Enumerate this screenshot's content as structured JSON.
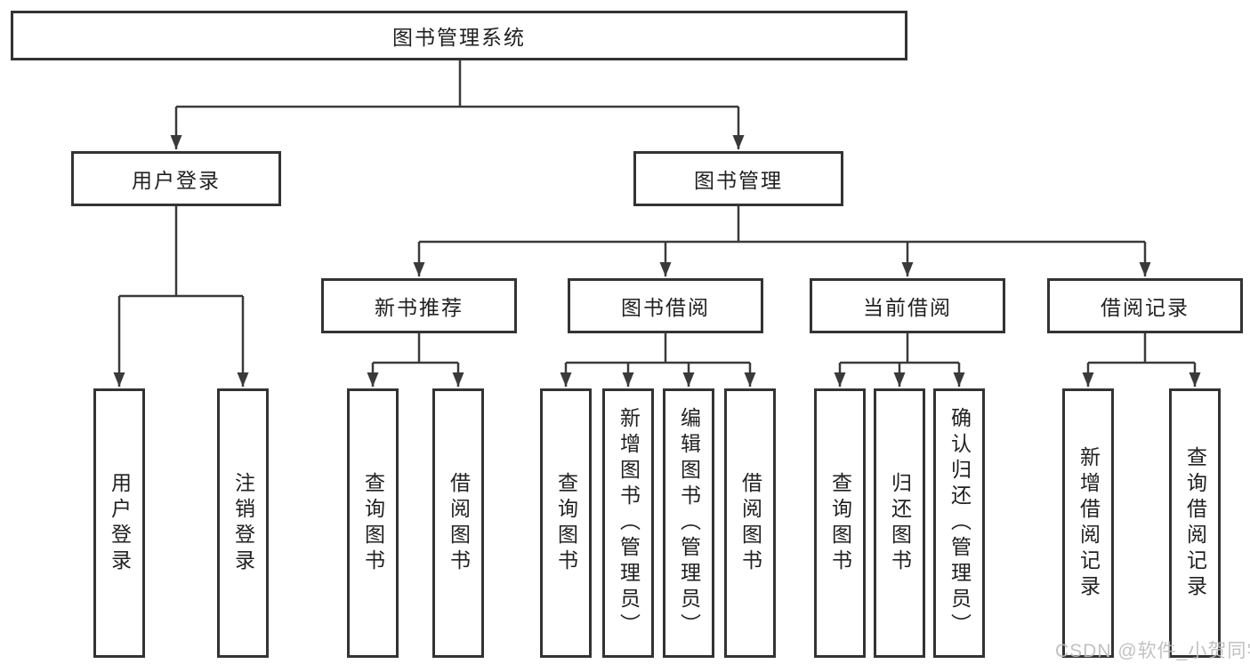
{
  "colors": {
    "line": "#3a3a3a",
    "box_border": "#333333",
    "box_text": "#212121",
    "watermark": "#bcbcbc",
    "background": "#ffffff"
  },
  "watermark": {
    "text": "CSDN @软件_小贺同学"
  },
  "tree": {
    "root": {
      "label": "图书管理系统"
    },
    "branches": [
      {
        "label": "用户登录",
        "children": [
          {
            "label": "用户登录"
          },
          {
            "label": "注销登录"
          }
        ]
      },
      {
        "label": "图书管理",
        "groups": [
          {
            "label": "新书推荐",
            "children": [
              {
                "label": "查询图书"
              },
              {
                "label": "借阅图书"
              }
            ]
          },
          {
            "label": "图书借阅",
            "children": [
              {
                "label": "查询图书"
              },
              {
                "label": "新增图书（管理员）"
              },
              {
                "label": "编辑图书（管理员）"
              },
              {
                "label": "借阅图书"
              }
            ]
          },
          {
            "label": "当前借阅",
            "children": [
              {
                "label": "查询图书"
              },
              {
                "label": "归还图书"
              },
              {
                "label": "确认归还（管理员）"
              }
            ]
          },
          {
            "label": "借阅记录",
            "children": [
              {
                "label": "新增借阅记录"
              },
              {
                "label": "查询借阅记录"
              }
            ]
          }
        ]
      }
    ]
  }
}
